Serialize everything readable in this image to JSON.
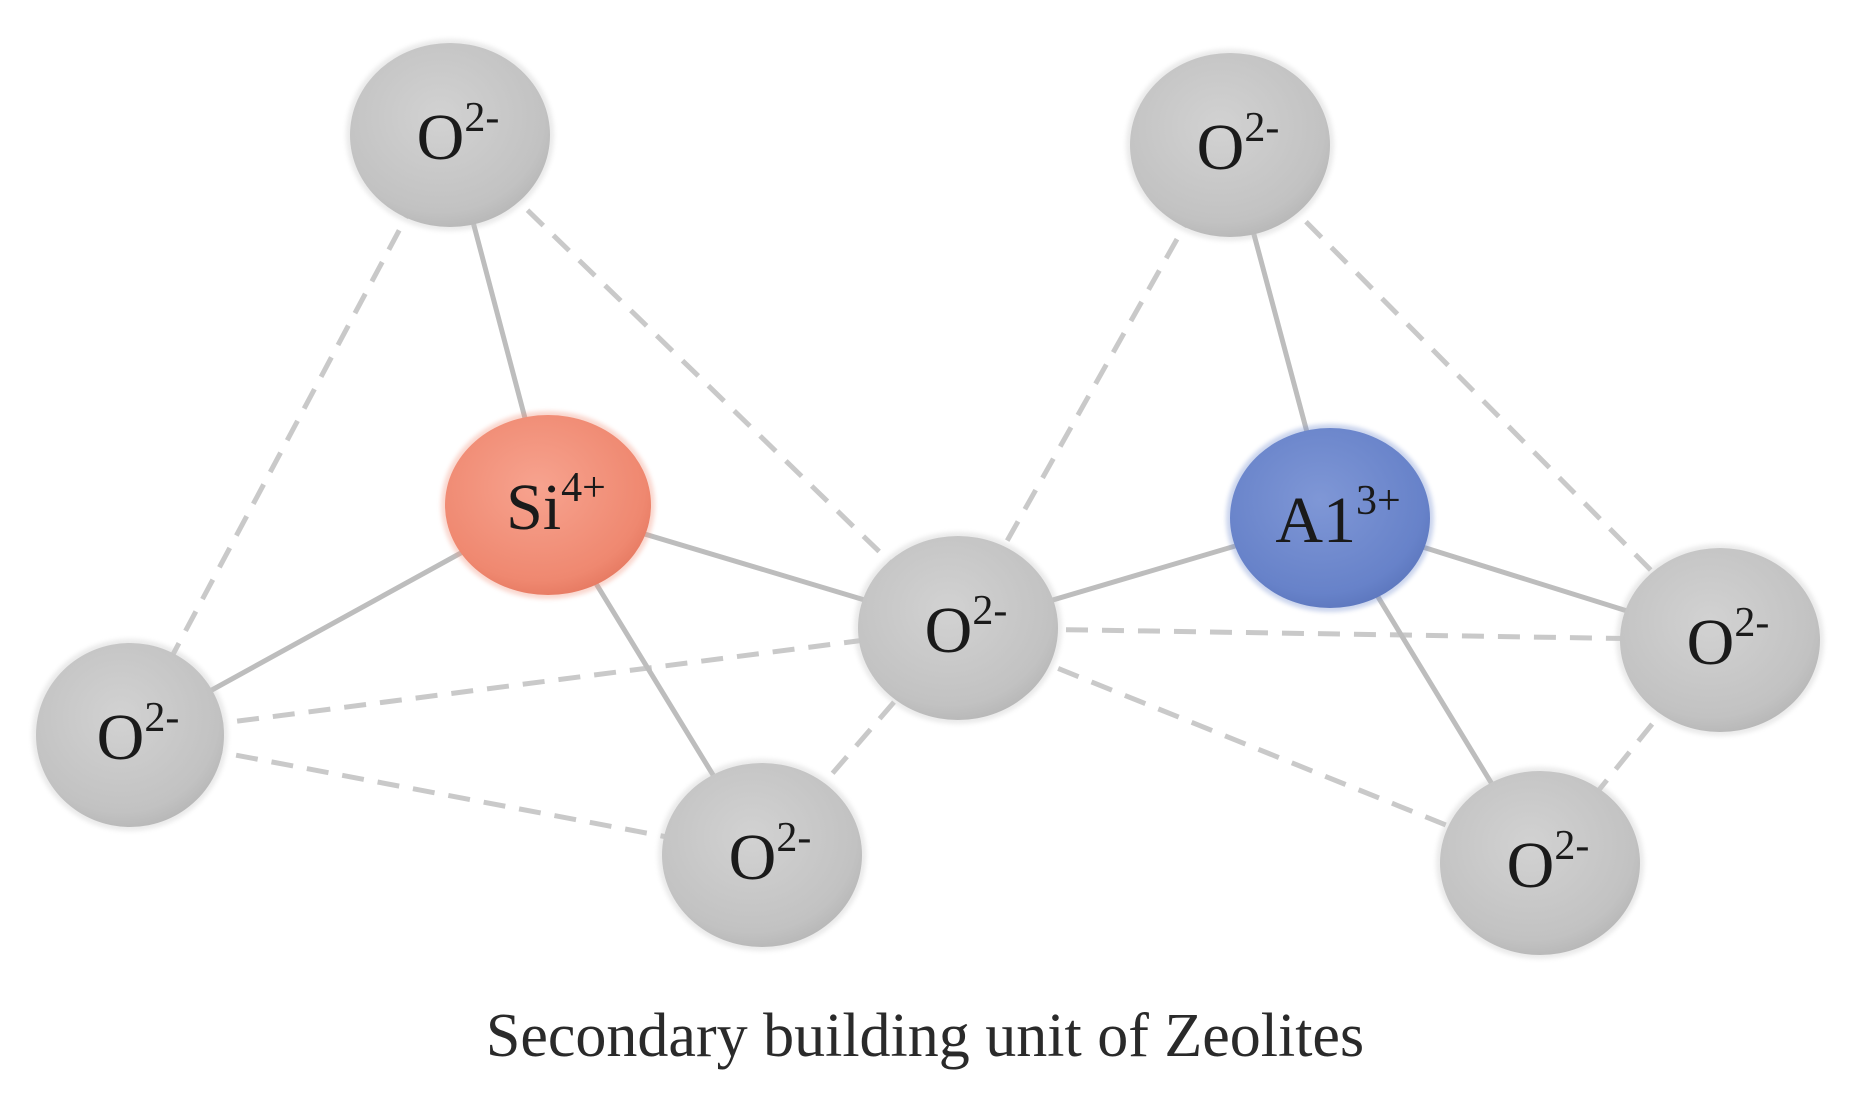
{
  "diagram": {
    "colors": {
      "oxygen": "#c4c4c4",
      "silicon": "#f08c74",
      "aluminium": "#6b86cc",
      "bond": "#bdbdbd"
    },
    "atoms": [
      {
        "id": "o-top-left",
        "element": "O",
        "charge": "2-",
        "color_key": "oxygen"
      },
      {
        "id": "si-center",
        "element": "Si",
        "charge": "4+",
        "color_key": "silicon"
      },
      {
        "id": "o-left",
        "element": "O",
        "charge": "2-",
        "color_key": "oxygen"
      },
      {
        "id": "o-bottom-left",
        "element": "O",
        "charge": "2-",
        "color_key": "oxygen"
      },
      {
        "id": "o-bridge",
        "element": "O",
        "charge": "2-",
        "color_key": "oxygen"
      },
      {
        "id": "o-top-right",
        "element": "O",
        "charge": "2-",
        "color_key": "oxygen"
      },
      {
        "id": "al-center",
        "element": "A1",
        "charge": "3+",
        "color_key": "aluminium"
      },
      {
        "id": "o-right",
        "element": "O",
        "charge": "2-",
        "color_key": "oxygen"
      },
      {
        "id": "o-bottom-right",
        "element": "O",
        "charge": "2-",
        "color_key": "oxygen"
      }
    ],
    "solid_bonds": [
      [
        "si-center",
        "o-top-left"
      ],
      [
        "si-center",
        "o-left"
      ],
      [
        "si-center",
        "o-bottom-left"
      ],
      [
        "si-center",
        "o-bridge"
      ],
      [
        "al-center",
        "o-top-right"
      ],
      [
        "al-center",
        "o-bridge"
      ],
      [
        "al-center",
        "o-right"
      ],
      [
        "al-center",
        "o-bottom-right"
      ]
    ],
    "dashed_edges": [
      [
        "o-top-left",
        "o-left"
      ],
      [
        "o-top-left",
        "o-bridge"
      ],
      [
        "o-left",
        "o-bottom-left"
      ],
      [
        "o-left",
        "o-bridge"
      ],
      [
        "o-bottom-left",
        "o-bridge"
      ],
      [
        "o-top-right",
        "o-bridge"
      ],
      [
        "o-top-right",
        "o-right"
      ],
      [
        "o-bridge",
        "o-right"
      ],
      [
        "o-bridge",
        "o-bottom-right"
      ],
      [
        "o-right",
        "o-bottom-right"
      ]
    ]
  },
  "caption": "Secondary building unit of Zeolites"
}
